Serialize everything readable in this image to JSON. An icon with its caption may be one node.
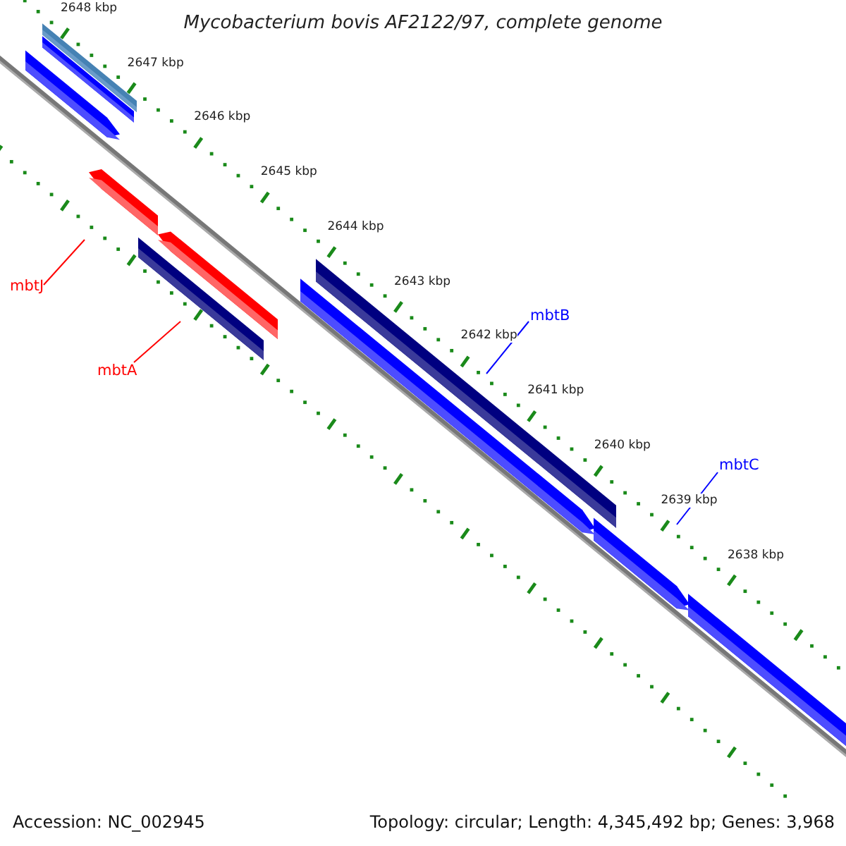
{
  "diagram": {
    "title": "Mycobacterium bovis AF2122/97, complete genome",
    "nodes": [
      {
        "text": [
          "mbtJ"
        ]
      },
      {
        "text": [
          "mbtA"
        ]
      },
      {
        "text": [
          "mbtB"
        ]
      },
      {
        "text": [
          "mbtC"
        ]
      }
    ],
    "edges": [
      {
        "from": 0,
        "to": null,
        "arrow": "none",
        "color": "#ff0000"
      },
      {
        "from": 1,
        "to": null,
        "arrow": "none",
        "color": "#ff0000"
      },
      {
        "from": 2,
        "to": null,
        "arrow": "none",
        "color": "#0000ff"
      },
      {
        "from": 3,
        "to": null,
        "arrow": "none",
        "color": "#0000ff"
      }
    ],
    "labels": [
      "2648 kbp",
      "2647 kbp",
      "2646 kbp",
      "2645 kbp",
      "2644 kbp",
      "2643 kbp",
      "2642 kbp",
      "2641 kbp",
      "2640 kbp",
      "2639 kbp",
      "2638 kbp",
      "Accession: NC_002945",
      "Topology: circular; Length: 4,345,492 bp; Genes: 3,968"
    ]
  }
}
